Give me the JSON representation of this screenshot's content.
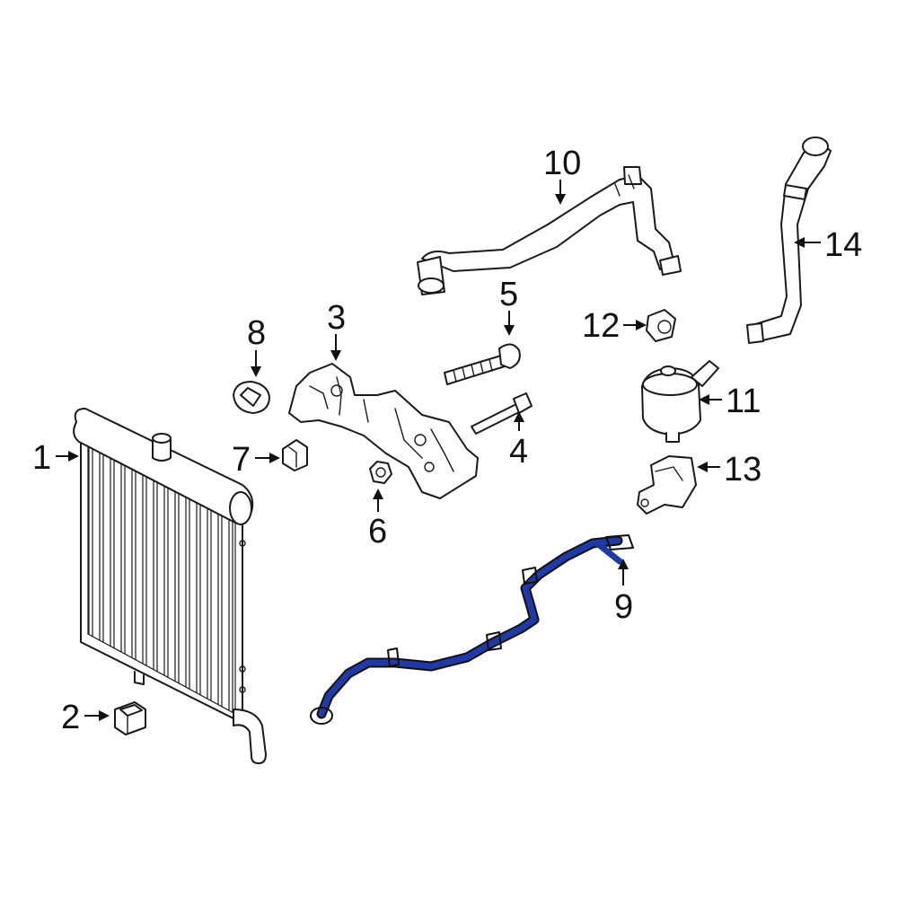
{
  "colors": {
    "highlight": "#1f3aa6",
    "line": "#1a1a1a"
  },
  "callouts": [
    {
      "id": "1",
      "label": "1"
    },
    {
      "id": "2",
      "label": "2"
    },
    {
      "id": "3",
      "label": "3"
    },
    {
      "id": "4",
      "label": "4"
    },
    {
      "id": "5",
      "label": "5"
    },
    {
      "id": "6",
      "label": "6"
    },
    {
      "id": "7",
      "label": "7"
    },
    {
      "id": "8",
      "label": "8"
    },
    {
      "id": "9",
      "label": "9"
    },
    {
      "id": "10",
      "label": "10"
    },
    {
      "id": "11",
      "label": "11"
    },
    {
      "id": "12",
      "label": "12"
    },
    {
      "id": "13",
      "label": "13"
    },
    {
      "id": "14",
      "label": "14"
    }
  ],
  "highlighted_part": "9"
}
